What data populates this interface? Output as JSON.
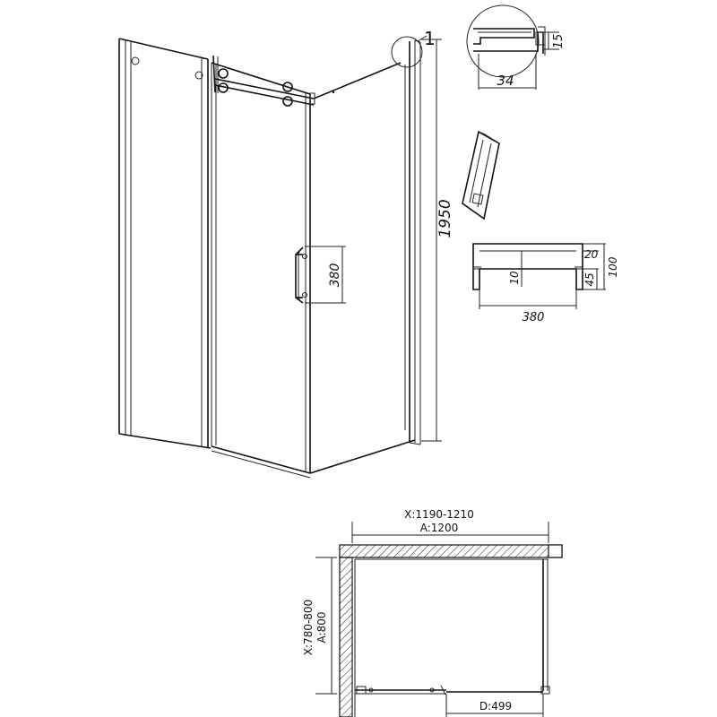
{
  "elevation": {
    "callout_number": "1",
    "height_label": "1950",
    "handle_length_label": "380"
  },
  "profile_detail": {
    "width_label": "34",
    "gap_label": "15"
  },
  "handle_detail": {
    "length_label": "380",
    "height_label": "100",
    "top_label": "20",
    "bottom_label": "45",
    "inner_label": "10"
  },
  "plan": {
    "x_range_label": "X:1190-1210",
    "a_label": "A:1200",
    "y_range_label": "X:780-800",
    "b_label": "A:800",
    "door_label": "D:499"
  },
  "colors": {
    "line": "#111111",
    "background": "#ffffff"
  }
}
